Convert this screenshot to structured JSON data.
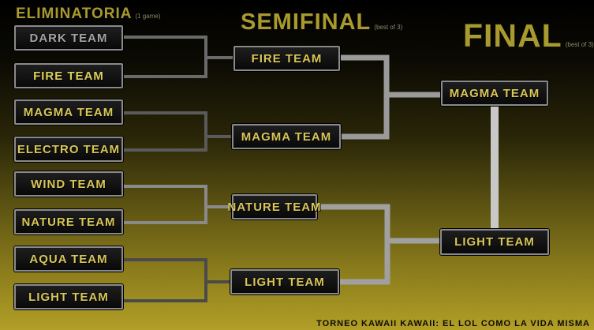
{
  "rounds": {
    "eliminatoria": {
      "title": "Eliminatoria",
      "note": "(1 game)"
    },
    "semifinal": {
      "title": "Semifinal",
      "note": "(best of 3)"
    },
    "final": {
      "title": "Final",
      "note": "(best of 3)"
    }
  },
  "eliminatoria_teams": [
    "DARK TEAM",
    "FIRE TEAM",
    "MAGMA TEAM",
    "ELECTRO TEAM",
    "WIND TEAM",
    "NATURE TEAM",
    "AQUA TEAM",
    "LIGHT TEAM"
  ],
  "semifinal_teams": [
    "FIRE TEAM",
    "MAGMA TEAM",
    "NATURE TEAM",
    "LIGHT TEAM"
  ],
  "final_teams": [
    "MAGMA TEAM",
    "LIGHT TEAM"
  ],
  "footer": "TORNEO KAWAII KAWAII:  EL LOL COMO LA VIDA MISMA",
  "colors": {
    "box_border": "#8a8a8a",
    "box_text": "#d8c658",
    "title_text": "#a89a2e",
    "connector_light": "#bdbdbd",
    "connector_dark": "#5a5a5a"
  }
}
